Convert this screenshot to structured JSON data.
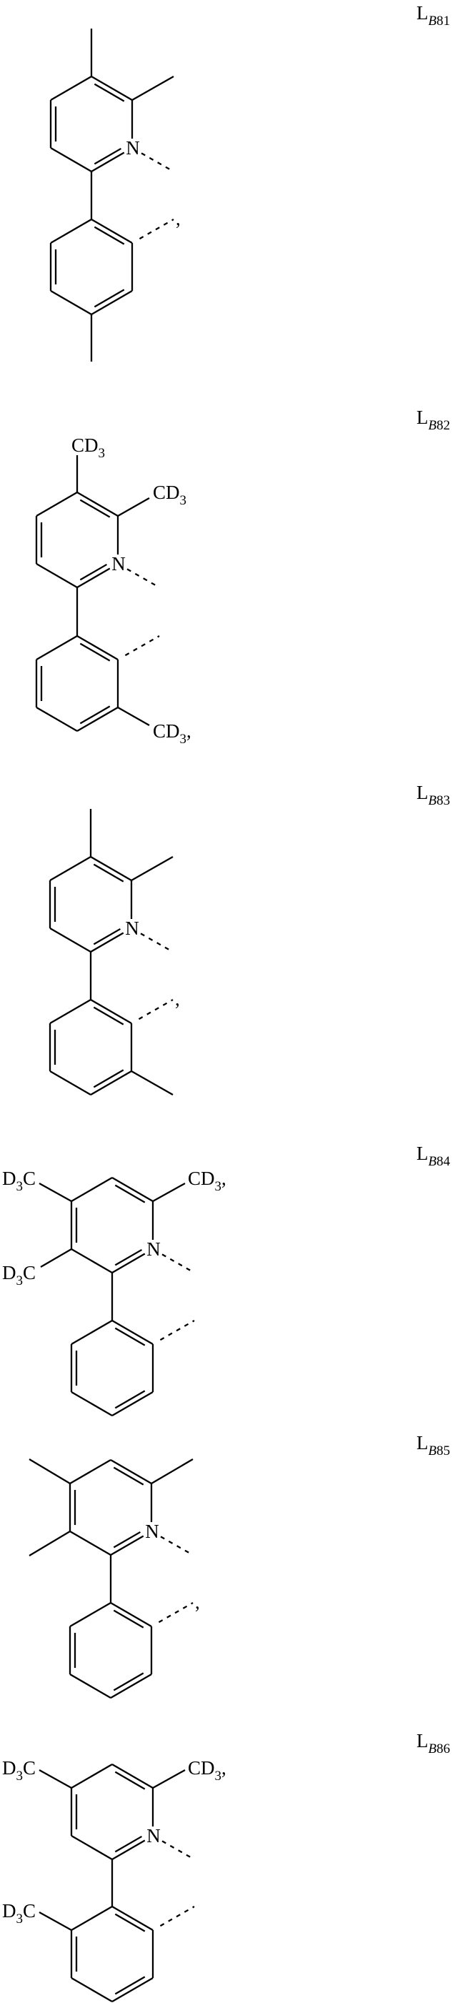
{
  "document": {
    "atom_symbol": "N",
    "structures": [
      {
        "label": {
          "main": "L",
          "sub_italic": "B",
          "sub": "81"
        },
        "dash_suffix": ",",
        "groups": []
      },
      {
        "label": {
          "main": "L",
          "sub_italic": "B",
          "sub": "82"
        },
        "dash_suffix": "",
        "groups": [
          {
            "text": "CD",
            "sub": "3",
            "after": ""
          },
          {
            "text": "CD",
            "sub": "3",
            "after": ""
          },
          {
            "text": "CD",
            "sub": "3",
            "after": ","
          }
        ]
      },
      {
        "label": {
          "main": "L",
          "sub_italic": "B",
          "sub": "83"
        },
        "dash_suffix": ",",
        "groups": []
      },
      {
        "label": {
          "main": "L",
          "sub_italic": "B",
          "sub": "84"
        },
        "dash_suffix": "",
        "groups": [
          {
            "text": "D",
            "sub": "3",
            "after": "C"
          },
          {
            "text": "CD",
            "sub": "3",
            "after": ","
          },
          {
            "text": "D",
            "sub": "3",
            "after": "C"
          }
        ]
      },
      {
        "label": {
          "main": "L",
          "sub_italic": "B",
          "sub": "85"
        },
        "dash_suffix": ",",
        "groups": []
      },
      {
        "label": {
          "main": "L",
          "sub_italic": "B",
          "sub": "86"
        },
        "dash_suffix": "",
        "groups": [
          {
            "text": "D",
            "sub": "3",
            "after": "C"
          },
          {
            "text": "CD",
            "sub": "3",
            "after": ","
          },
          {
            "text": "D",
            "sub": "3",
            "after": "C"
          }
        ]
      }
    ]
  }
}
